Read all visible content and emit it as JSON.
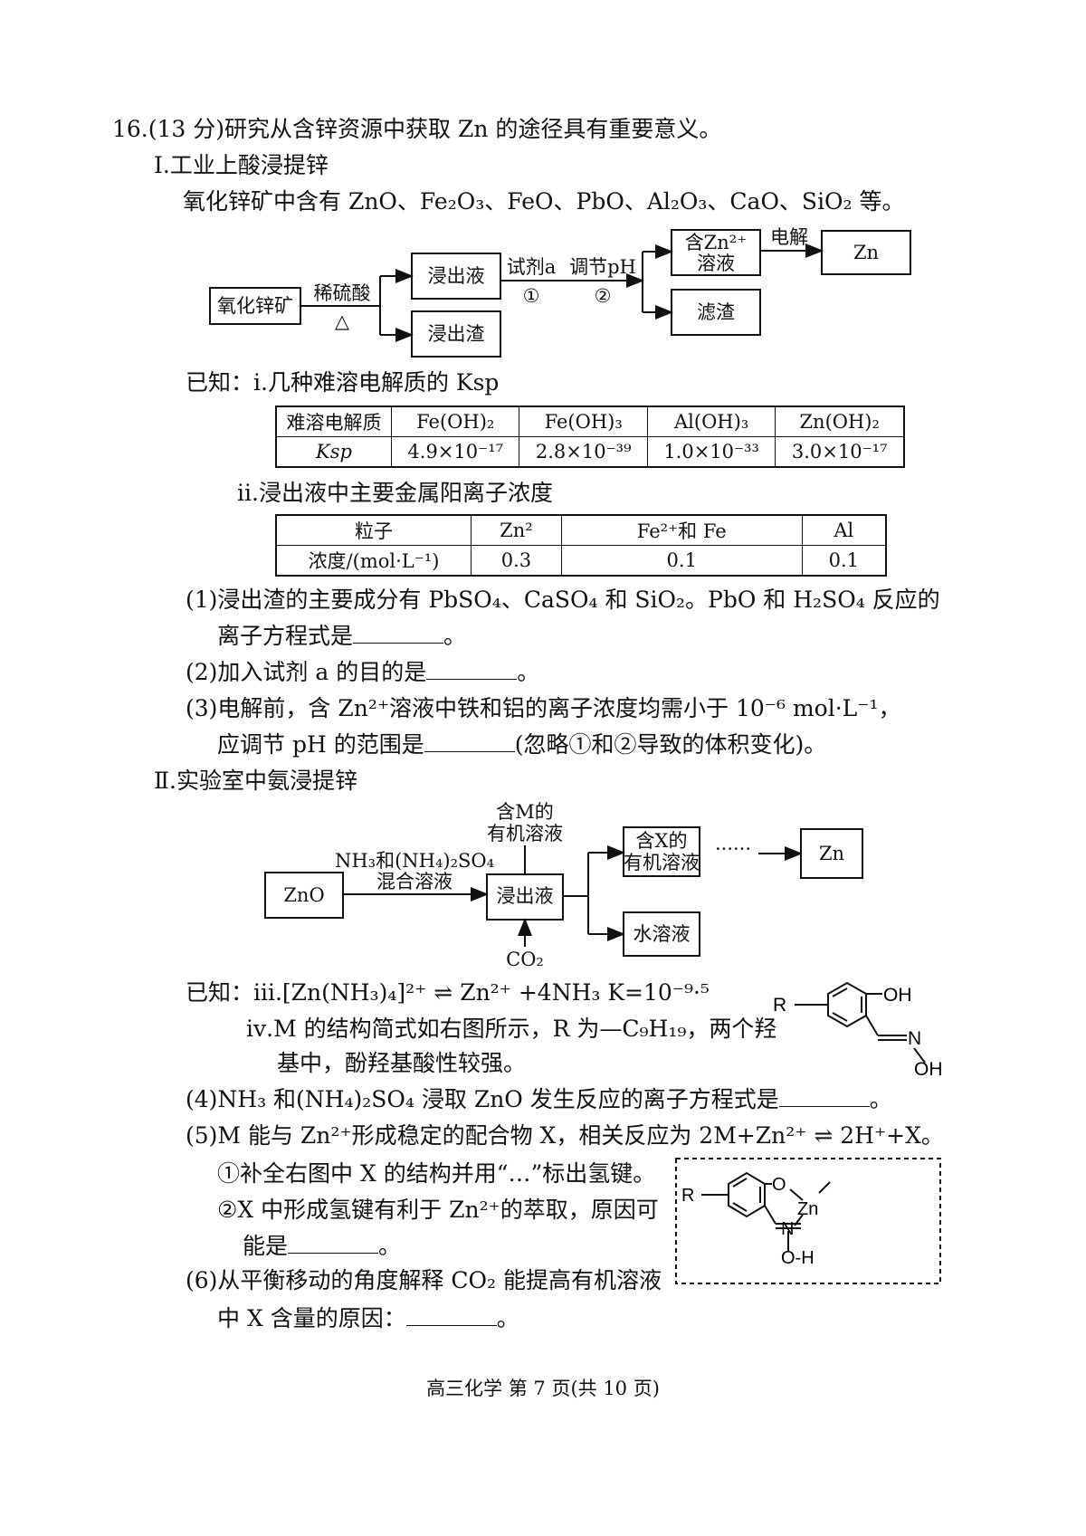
{
  "q16": {
    "header": "16.(13 分)研究从含锌资源中获取 Zn 的途径具有重要意义。"
  },
  "part1": {
    "title": "Ⅰ.工业上酸浸提锌",
    "intro": "氧化锌矿中含有 ZnO、Fe₂O₃、FeO、PbO、Al₂O₃、CaO、SiO₂ 等。"
  },
  "flow1": {
    "ore": "氧化锌矿",
    "reagent": "稀硫酸",
    "heat": "△",
    "leach_liquid": "浸出液",
    "leach_residue": "浸出渣",
    "step1": "试剂a",
    "step1_num": "①",
    "step2": "调节pH",
    "step2_num": "②",
    "zn_solution_1": "含Zn²⁺",
    "zn_solution_2": "溶液",
    "filter_residue": "滤渣",
    "electrolysis": "电解",
    "product": "Zn"
  },
  "known_i": "已知：ⅰ.几种难溶电解质的 Ksp",
  "ksp_table": {
    "headers": [
      "难溶电解质",
      "Fe(OH)₂",
      "Fe(OH)₃",
      "Al(OH)₃",
      "Zn(OH)₂"
    ],
    "row_label": "Ksp",
    "values": [
      "4.9×10⁻¹⁷",
      "2.8×10⁻³⁹",
      "1.0×10⁻³³",
      "3.0×10⁻¹⁷"
    ]
  },
  "known_ii": "ⅱ.浸出液中主要金属阳离子浓度",
  "conc_table": {
    "headers": [
      "粒子",
      "Zn²",
      "Fe²⁺和 Fe",
      "Al"
    ],
    "row_label": "浓度/(mol·L⁻¹)",
    "values": [
      "0.3",
      "0.1",
      "0.1"
    ]
  },
  "q1": {
    "line1": "(1)浸出渣的主要成分有 PbSO₄、CaSO₄ 和 SiO₂。PbO 和 H₂SO₄ 反应的",
    "line2": "离子方程式是",
    "end": "。"
  },
  "q2": {
    "text": "(2)加入试剂 a 的目的是",
    "end": "。"
  },
  "q3": {
    "line1": "(3)电解前，含 Zn²⁺溶液中铁和铝的离子浓度均需小于 10⁻⁶ mol·L⁻¹，",
    "line2": "应调节 pH 的范围是",
    "end": "(忽略①和②导致的体积变化)。"
  },
  "part2": {
    "title": "Ⅱ.实验室中氨浸提锌"
  },
  "flow2": {
    "start": "ZnO",
    "reagent_1": "NH₃和(NH₄)₂SO₄",
    "reagent_2": "混合溶液",
    "m_1": "含M的",
    "m_2": "有机溶液",
    "leach_liquid": "浸出液",
    "co2": "CO₂",
    "x_1": "含X的",
    "x_2": "有机溶液",
    "aqueous": "水溶液",
    "dots": "······",
    "product": "Zn"
  },
  "known_iii": "已知：ⅲ.[Zn(NH₃)₄]²⁺ ⇌ Zn²⁺ +4NH₃  K=10⁻⁹·⁵",
  "known_iv": {
    "line1": "ⅳ.M 的结构简式如右图所示，R 为—C₉H₁₉，两个羟",
    "line2": "基中，酚羟基酸性较强。"
  },
  "mol_m": {
    "r": "R",
    "oh": "OH",
    "n": "N",
    "oh2": "OH"
  },
  "q4": {
    "text": "(4)NH₃ 和(NH₄)₂SO₄ 浸取 ZnO 发生反应的离子方程式是",
    "end": "。"
  },
  "q5": {
    "line1": "(5)M 能与 Zn²⁺形成稳定的配合物 X，相关反应为 2M+Zn²⁺ ⇌ 2H⁺+X。",
    "sub1": "①补全右图中 X 的结构并用“…”标出氢键。",
    "sub2_1": "②X 中形成氢键有利于 Zn²⁺的萃取，原因可",
    "sub2_2": "能是",
    "end": "。"
  },
  "mol_x": {
    "r": "R",
    "o": "O",
    "zn": "Zn",
    "n": "N",
    "oh": "O-H"
  },
  "q6": {
    "line1": "(6)从平衡移动的角度解释 CO₂ 能提高有机溶液",
    "line2": "中 X 含量的原因：",
    "end": "。"
  },
  "footer": "高三化学  第 7 页(共 10 页)"
}
